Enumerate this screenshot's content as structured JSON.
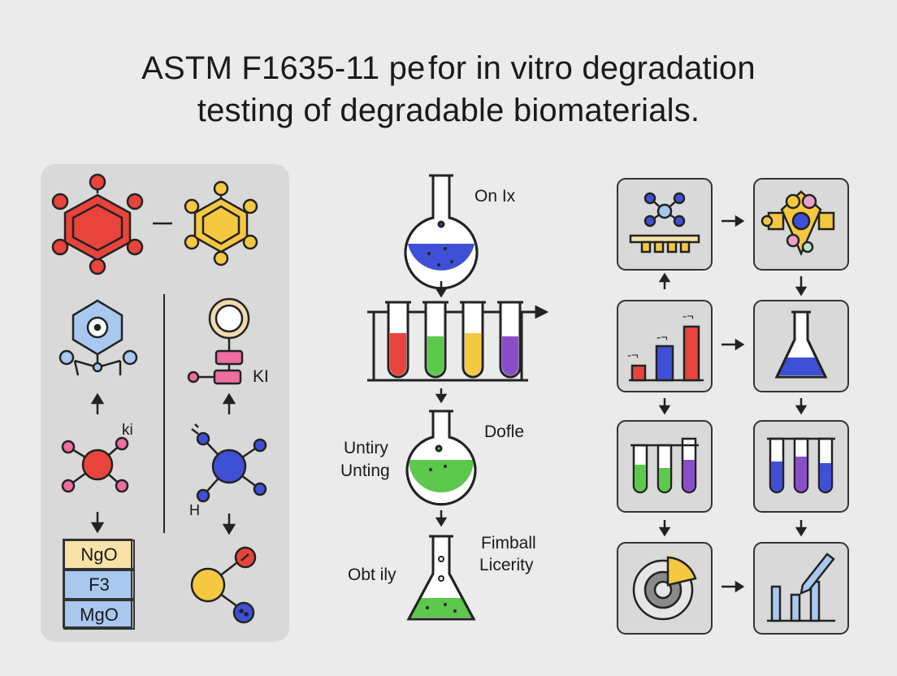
{
  "title": {
    "line1": "ASTM F1635-11 pe for  in vitro degradation",
    "line2": "testing of degradable biomaterials."
  },
  "panel1": {
    "label_ki": "ki",
    "label_KI": "KI",
    "label_H": "H",
    "formulas": [
      "NgO",
      "F3",
      "MgO"
    ]
  },
  "panel2": {
    "label_on_ix": "On Ix",
    "label_untiry": "Untiry",
    "label_unting": "Unting",
    "label_dofle": "Dofle",
    "label_fimball": "Fimball",
    "label_licerity": "Licerity",
    "label_obtily": "Obt ily"
  },
  "panel3": {
    "chart_marks": [
      "-¬",
      "-¬",
      "-¬"
    ]
  },
  "colors": {
    "red": "#e8443c",
    "yellow": "#f5c842",
    "blue": "#3f4fd6",
    "green": "#5cc84c",
    "purple": "#8a4ec9",
    "pink": "#ee6ea0",
    "light_blue": "#a9c8f0"
  }
}
